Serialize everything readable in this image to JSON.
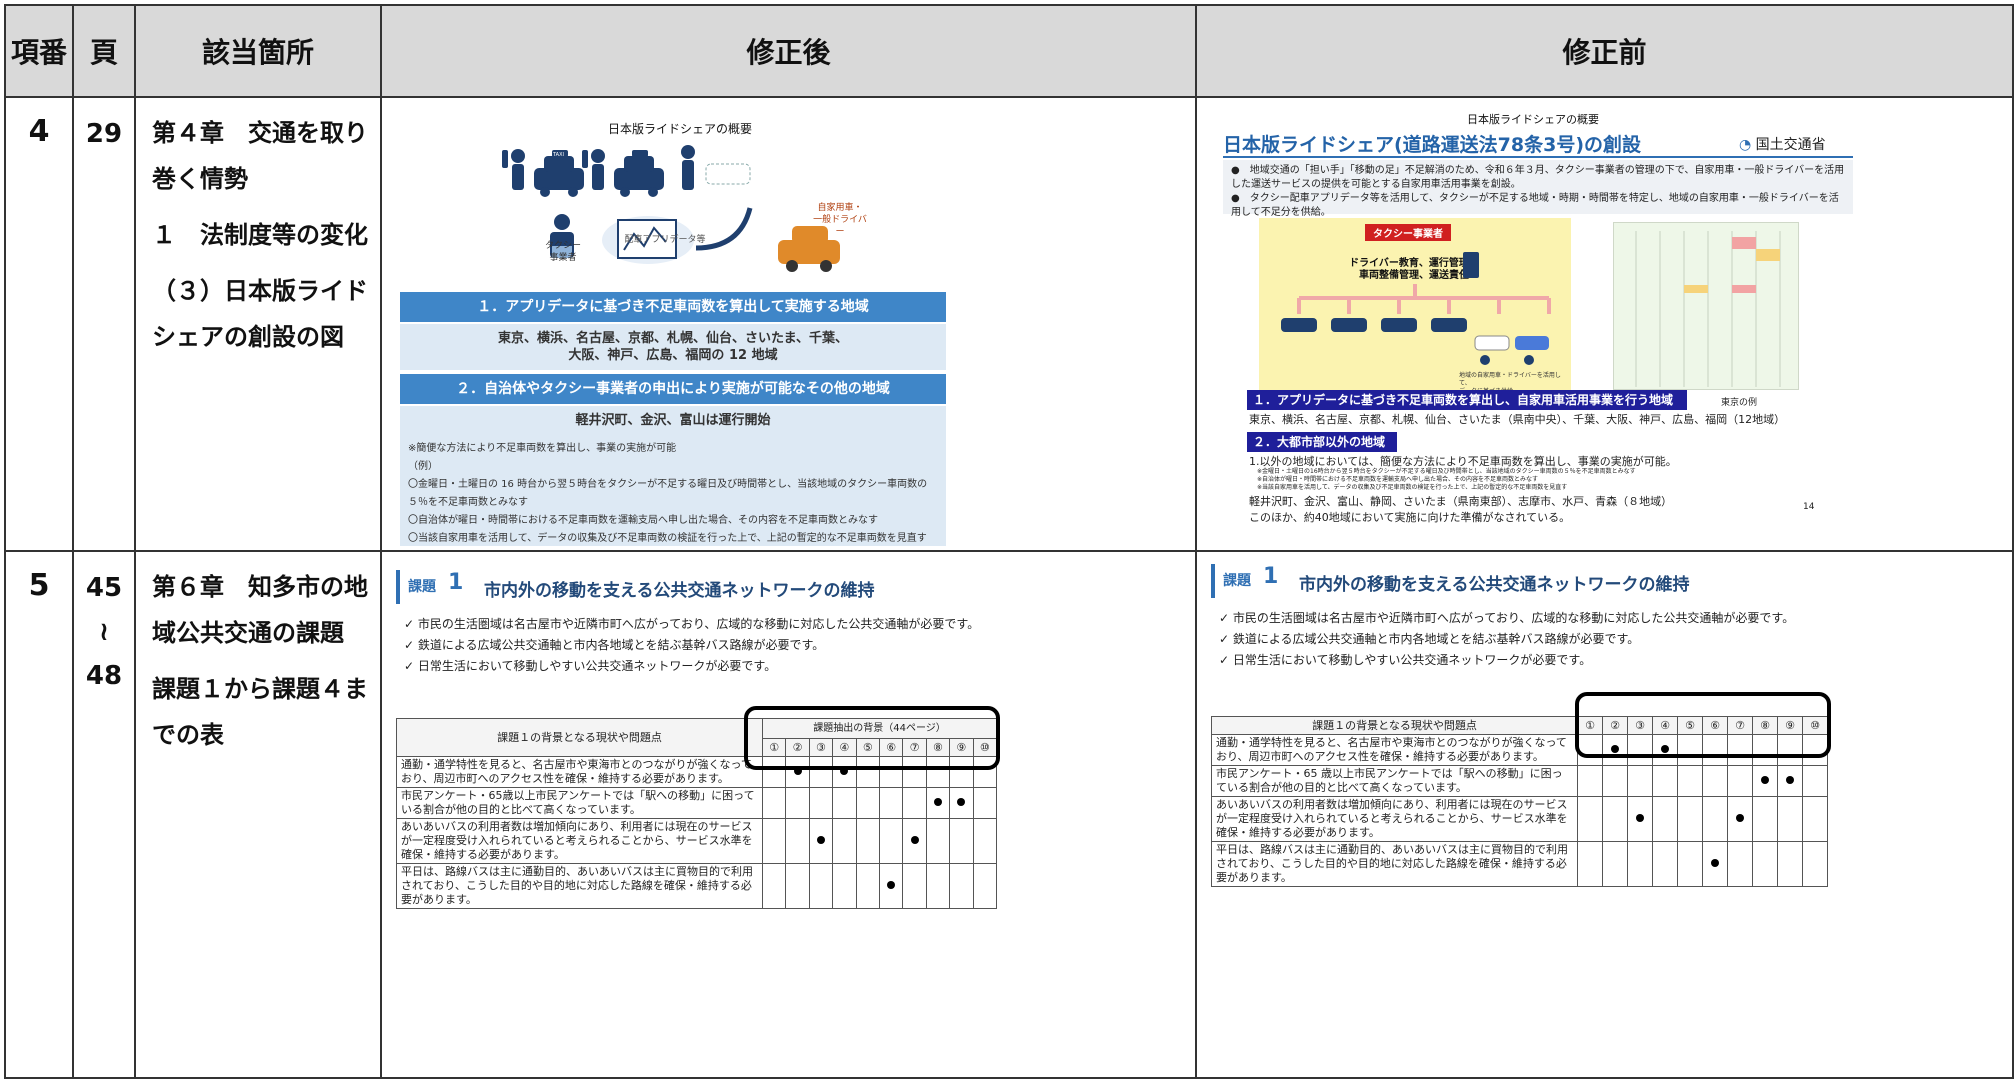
{
  "headers": {
    "no": "項番",
    "page": "頁",
    "location": "該当箇所",
    "after": "修正後",
    "before": "修正前"
  },
  "rows": [
    {
      "no": "4",
      "page_lines": [
        "29"
      ],
      "location": [
        "第４章　交通を取り巻く情勢",
        "１　法制度等の変化",
        "（３）日本版ライドシェアの創設の図"
      ]
    },
    {
      "no": "5",
      "page_lines": [
        "45",
        "≀",
        "48"
      ],
      "location": [
        "第６章　知多市の地域公共交通の課題",
        "課題１から課題４までの表"
      ]
    }
  ],
  "after_fig": {
    "title": "日本版ライドシェアの概要",
    "label_taxi_operator": "タクシー\n事業者",
    "label_app": "配車アプリデータ等",
    "label_driver": "自家用車・\n一般ドライバー",
    "taxi_text": "TAXI",
    "bar1": "１．アプリデータに基づき不足車両数を算出して実施する地域",
    "box1": "東京、横浜、名古屋、京都、札幌、仙台、さいたま、千葉、\n大阪、神戸、広島、福岡の 12 地域",
    "bar2": "２．自治体やタクシー事業者の申出により実施が可能なその他の地域",
    "box2_head": "軽井沢町、金沢、富山は運行開始",
    "notes": [
      "※簡便な方法により不足車両数を算出し、事業の実施が可能",
      "（例）",
      "〇金曜日・土曜日の 16 時台から翌５時台をタクシーが不足する曜日及び時間帯とし、当該地域のタクシー車両数の５％を不足車両数とみなす",
      "〇自治体が曜日・時間帯における不足車両数を運輸支局へ申し出た場合、その内容を不足車両数とみなす",
      "〇当該自家用車を活用して、データの収集及び不足車両数の検証を行った上で、上記の暫定的な不足車両数を見直す"
    ]
  },
  "before_fig": {
    "title": "日本版ライドシェアの概要",
    "main_title": "日本版ライドシェア(道路運送法78条3号)の創設",
    "logo": "国土交通省",
    "bullets": [
      "●　地域交通の「担い手」「移動の足」不足解消のため、令和６年３月、タクシー事業者の管理の下で、自家用車・一般ドライバーを活用した運送サービスの提供を可能とする自家用車活用事業を創設。",
      "●　タクシー配車アプリデータ等を活用して、タクシーが不足する地域・時期・時間帯を特定し、地域の自家用車・一般ドライバーを活用して不足分を供給。"
    ],
    "operator_label": "タクシー事業者",
    "operator_duties": "ドライバー教育、運行管理、\n車両整備管理、運送責任",
    "car_caption": "地域の自家用車・ドライバーを活用して、\nデータに基づき供給",
    "example": "東京の例",
    "bar1": "１．アプリデータに基づき不足車両数を算出し、自家用車活用事業を行う地域",
    "line1": "東京、横浜、名古屋、京都、札幌、仙台、さいたま（県南中央）、千葉、大阪、神戸、広島、福岡（12地域）",
    "bar2": "２．大都市部以外の地域",
    "line2": "1.以外の地域においては、簡便な方法により不足車両数を算出し、事業の実施が可能。",
    "tiny_notes": [
      "※金曜日・土曜日の16時台から翌５時台をタクシーが不足する曜日及び時間帯とし、当該地域のタクシー車両数の５％を不足車両数とみなす",
      "※自治体が曜日・時間帯における不足車両数を運輸支局へ申し出た場合、その内容を不足車両数とみなす",
      "※当該自家用車を活用して、データの収集及び不足車両数の検証を行った上で、上記の暫定的な不足車両数を見直す"
    ],
    "line3": "軽井沢町、金沢、富山、静岡、さいたま（県南東部）、志摩市、水戸、青森（８地域）",
    "line4": "このほか、約40地域において実施に向けた準備がなされている。",
    "page_no": "14"
  },
  "kadai": {
    "label": "課題",
    "num": "1",
    "title": "市内外の移動を支える公共交通ネットワークの維持",
    "checks": [
      "✓ 市民の生活圏域は名古屋市や近隣市町へ広がっており、広域的な移動に対応した公共交通軸が必要です。",
      "✓ 鉄道による広域公共交通軸と市内各地域とを結ぶ基幹バス路線が必要です。",
      "✓ 日常生活において移動しやすい公共交通ネットワークが必要です。"
    ],
    "left_header": "課題１の背景となる現状や問題点",
    "after_bg_header": "課題抽出の背景（44ページ）",
    "circled": [
      "①",
      "②",
      "③",
      "④",
      "⑤",
      "⑥",
      "⑦",
      "⑧",
      "⑨",
      "⑩"
    ],
    "after_rows": [
      "通勤・通学特性を見ると、名古屋市や東海市とのつながりが強くなっており、周辺市町へのアクセス性を確保・維持する必要があります。",
      "市民アンケート・65歳以上市民アンケートでは「駅への移動」に困っている割合が他の目的と比べて高くなっています。",
      "あいあいバスの利用者数は増加傾向にあり、利用者には現在のサービスが一定程度受け入れられていると考えられることから、サービス水準を確保・維持する必要があります。",
      "平日は、路線バスは主に通勤目的、あいあいバスは主に買物目的で利用されており、こうした目的や目的地に対応した路線を確保・維持する必要があります。"
    ],
    "before_rows": [
      "通勤・通学特性を見ると、名古屋市や東海市とのつながりが強くなっており、周辺市町へのアクセス性を確保・維持する必要があります。",
      "市民アンケート・65 歳以上市民アンケートでは「駅への移動」に困っている割合が他の目的と比べて高くなっています。",
      "あいあいバスの利用者数は増加傾向にあり、利用者には現在のサービスが一定程度受け入れられていると考えられることから、サービス水準を確保・維持する必要があります。",
      "平日は、路線バスは主に通勤目的、あいあいバスは主に買物目的で利用されており、こうした目的や目的地に対応した路線を確保・維持する必要があります。"
    ],
    "dots": [
      [
        1,
        3
      ],
      [
        7,
        8
      ],
      [
        2,
        6
      ],
      [
        5
      ]
    ],
    "colors": {
      "accent": "#2f6fb3",
      "bar": "#3f86c8",
      "navy": "#1f1f9a"
    }
  }
}
